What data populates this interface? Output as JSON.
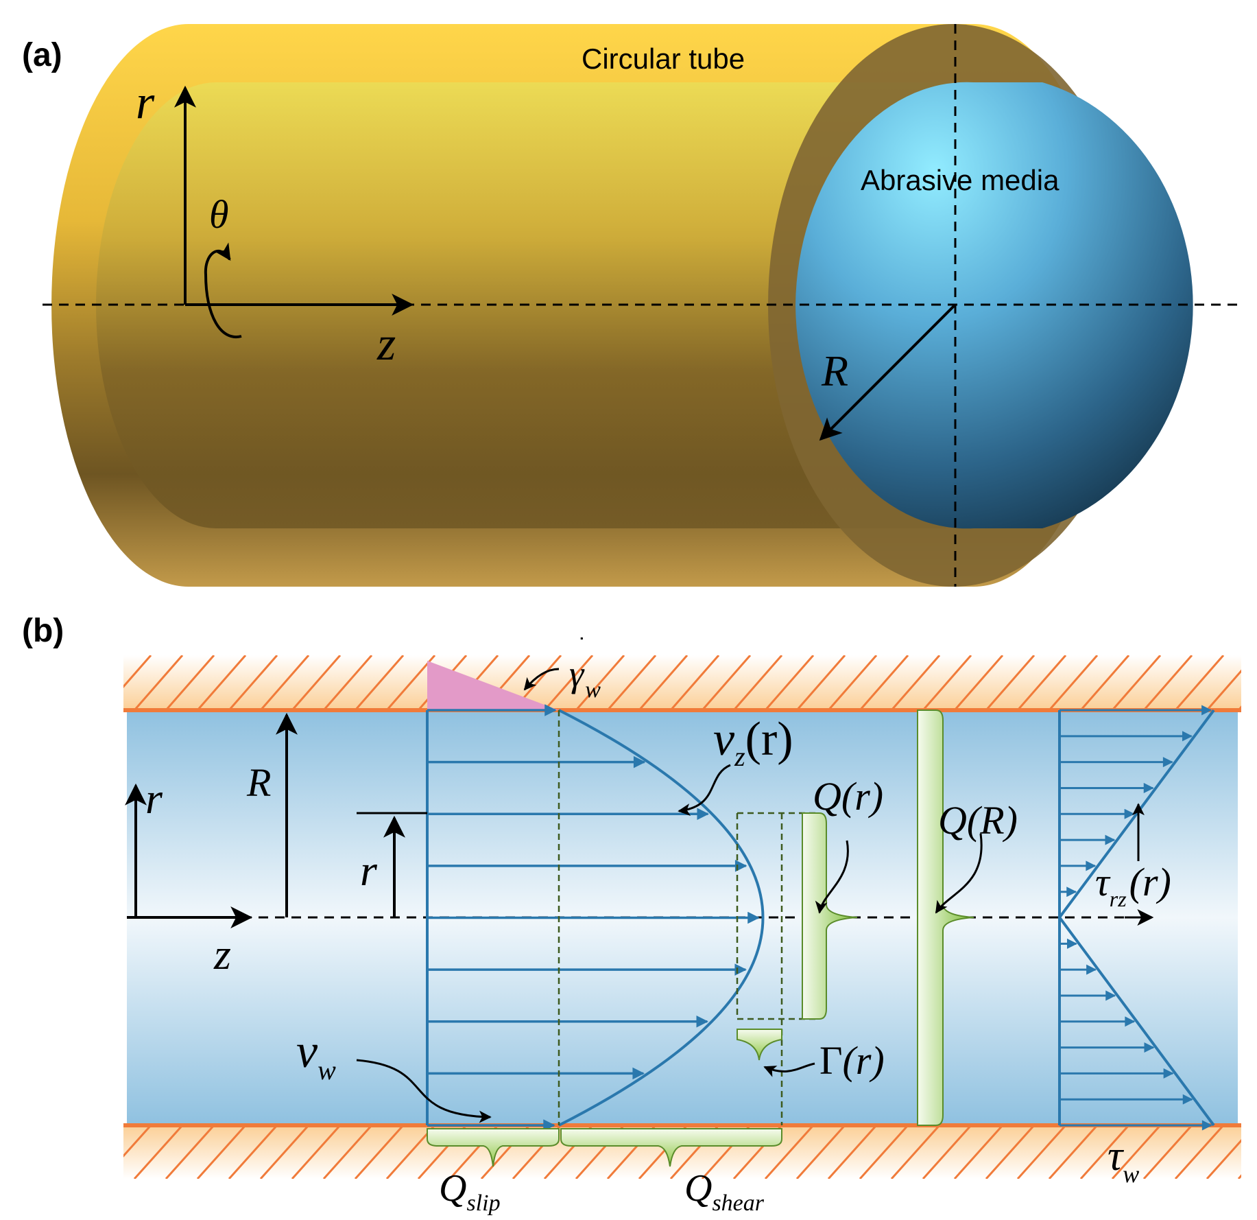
{
  "panel_a": {
    "label": "(a)",
    "tube_label": "Circular tube",
    "media_label": "Abrasive media",
    "axis_r": "r",
    "axis_theta": "θ",
    "axis_z": "z",
    "radius": "R"
  },
  "panel_b": {
    "label": "(b)",
    "gamma_w": "γ",
    "gamma_w_sub": "w",
    "v_z": "v",
    "v_z_sub": "z",
    "v_z_arg": "(r)",
    "Q_r": "Q",
    "Q_r_arg": "(r)",
    "Q_R": "Q",
    "Q_R_arg": "(R)",
    "Gamma": "Γ",
    "Gamma_arg": "(r)",
    "tau_rz": "τ",
    "tau_rz_sub": "rz",
    "tau_rz_arg": "(r)",
    "tau_w": "τ",
    "tau_w_sub": "w",
    "v_w": "v",
    "v_w_sub": "w",
    "Q_slip": "Q",
    "Q_slip_sub": "slip",
    "Q_shear": "Q",
    "Q_shear_sub": "shear",
    "axis_r": "r",
    "axis_z": "z",
    "radius": "R",
    "r_mark": "r"
  },
  "colors": {
    "tube_gold": "#f4c645",
    "tube_dark": "#6b5523",
    "media_blue": "#4a8cb4",
    "flow_blue": "#2a78ad",
    "wall_orange": "#f07b3a",
    "slip_pink": "#e39ac8",
    "brace_green": "#8cc63f"
  }
}
